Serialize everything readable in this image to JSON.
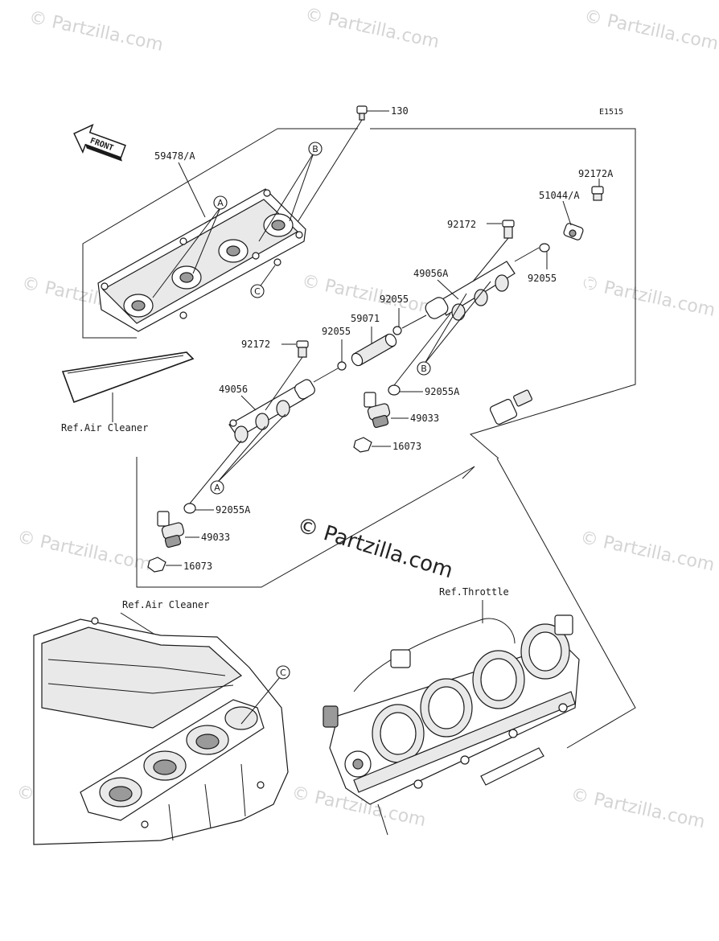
{
  "watermark": {
    "text": "© Partzilla.com",
    "center_text": "© Partzilla.com"
  },
  "diagram_code": "E1515",
  "front_label": "FRONT",
  "parts": {
    "p130": "130",
    "p59478A": "59478/A",
    "p92172A": "92172A",
    "p51044A": "51044/A",
    "p92172_top": "92172",
    "p92055_right": "92055",
    "p49056A": "49056A",
    "p92055_mid": "92055",
    "p59071": "59071",
    "p92055_left": "92055",
    "p92172_left": "92172",
    "p49056": "49056",
    "p92055A_right": "92055A",
    "p49033_right": "49033",
    "p16073_right": "16073",
    "p92055A_left": "92055A",
    "p49033_left": "49033",
    "p16073_left": "16073"
  },
  "refs": {
    "air_cleaner_top": "Ref.Air Cleaner",
    "air_cleaner_bottom": "Ref.Air Cleaner",
    "throttle": "Ref.Throttle"
  },
  "callouts": {
    "A": "A",
    "B": "B",
    "C": "C"
  }
}
